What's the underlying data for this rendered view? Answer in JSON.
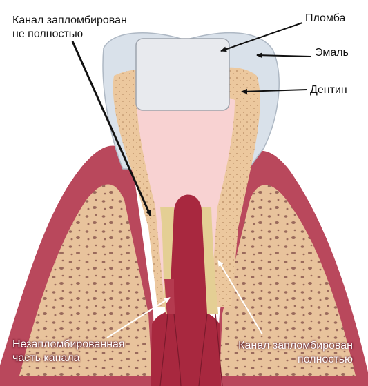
{
  "labels": {
    "canal_incomplete_line1": "Канал запломбирован",
    "canal_incomplete_line2": "не полностью",
    "filling": "Пломба",
    "enamel": "Эмаль",
    "dentin": "Дентин",
    "unfilled_line1": "Незапломбированная",
    "unfilled_line2": "часть канала",
    "canal_complete_line1": "Канал запломбирован",
    "canal_complete_line2": "полностью"
  },
  "colors": {
    "gum": "#b9485c",
    "bone": "#e8c39c",
    "enamel": "#d9e1ea",
    "dentin": "#ecc89e",
    "pulp": "#f8d2d2",
    "filling": "#e8eaee",
    "canal": "#a8283f"
  }
}
